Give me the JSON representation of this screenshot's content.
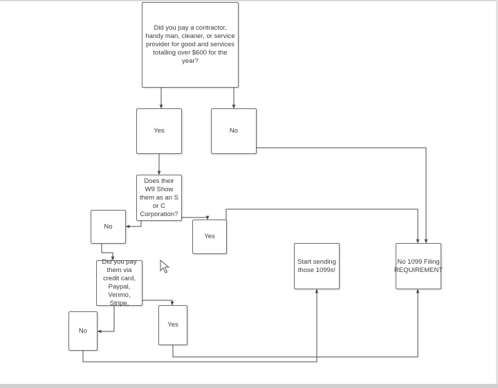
{
  "nodes": {
    "question_contractor": "Did you pay a contractor, handy man, cleaner, or service provider for good and services totalling over $600 for the year?",
    "yes_1": "Yes",
    "no_1": "No",
    "question_w9": "Does their W9 Show them as an S or C Corporation?",
    "no_2": "No",
    "yes_2": "Yes",
    "question_payment": "Did you pay them via credit card, Paypal, Venmo, Stripe,",
    "no_3": "No",
    "yes_3": "Yes",
    "start_sending": "Start  sending those 1099s!",
    "no_filing": "No 1099 Filing REQUIREMENT"
  },
  "colors": {
    "line": "#4a4a4a",
    "border": "#6b6b6b",
    "text": "#3a3a3a"
  }
}
